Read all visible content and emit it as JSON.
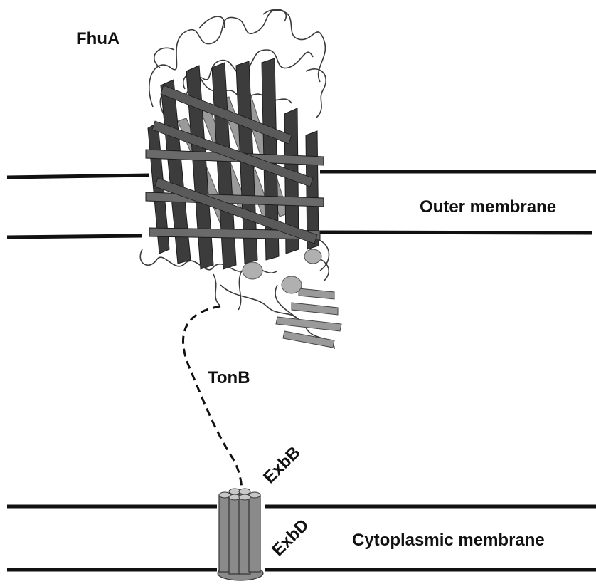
{
  "labels": {
    "fhua": "FhuA",
    "outer_membrane": "Outer membrane",
    "tonb": "TonB",
    "exbb": "ExbB",
    "exbd": "ExbD",
    "cytoplasmic_membrane": "Cytoplasmic membrane"
  },
  "colors": {
    "membrane_line": "#111111",
    "strand_dark": "#3c3c3c",
    "strand_mid": "#6a6a6a",
    "strand_light": "#9a9a9a",
    "loop": "#3a3a3a",
    "exb_cylinder": "#8a8a8a",
    "exb_top": "#c8c8c8"
  }
}
